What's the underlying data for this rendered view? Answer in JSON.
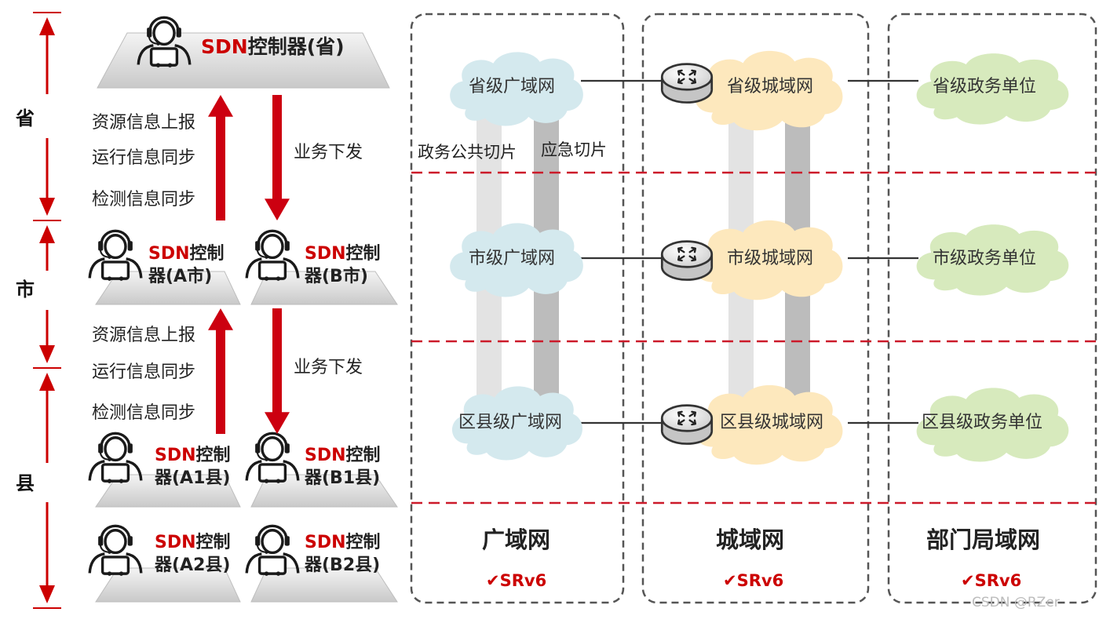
{
  "levels": [
    "省",
    "市",
    "县"
  ],
  "province_controller": {
    "prefix": "SDN",
    "suffix": "控制器(省)"
  },
  "city_controllers": [
    {
      "prefix": "SDN",
      "line1": "控制",
      "line2": "器(A市)"
    },
    {
      "prefix": "SDN",
      "line1": "控制",
      "line2": "器(B市)"
    }
  ],
  "county_controllers": [
    {
      "prefix": "SDN",
      "line1": "控制",
      "line2": "器(A1县)"
    },
    {
      "prefix": "SDN",
      "line1": "控制",
      "line2": "器(B1县)"
    },
    {
      "prefix": "SDN",
      "line1": "控制",
      "line2": "器(A2县)"
    },
    {
      "prefix": "SDN",
      "line1": "控制",
      "line2": "器(B2县)"
    }
  ],
  "upflow": {
    "report": "资源信息上报",
    "run_sync": "运行信息同步",
    "detect_sync": "检测信息同步"
  },
  "downflow": {
    "issue": "业务下发"
  },
  "slices": {
    "gov": "政务公共切片",
    "emergency": "应急切片"
  },
  "wan": {
    "province": "省级广域网",
    "city": "市级广域网",
    "county": "区县级广域网"
  },
  "man": {
    "province": "省级城域网",
    "city": "市级城域网",
    "county": "区县级城域网"
  },
  "lan": {
    "province": "省级政务单位",
    "city": "市级政务单位",
    "county": "区县级政务单位"
  },
  "columns": [
    {
      "title": "广域网",
      "proto": "✔SRv6"
    },
    {
      "title": "城域网",
      "proto": "✔SRv6"
    },
    {
      "title": "部门局域网",
      "proto": "✔SRv6"
    }
  ],
  "watermark": "CSDN @RZer",
  "colors": {
    "accent_red": "#cc0000",
    "wan_cloud": "#d4e9ee",
    "man_cloud": "#fde8bd",
    "lan_cloud": "#d7eabd",
    "slice_gov": "#e3e3e3",
    "slice_emergency": "#bcbcbc"
  },
  "icons": [
    "operator-headset-icon",
    "router-icon",
    "checkmark-icon"
  ]
}
